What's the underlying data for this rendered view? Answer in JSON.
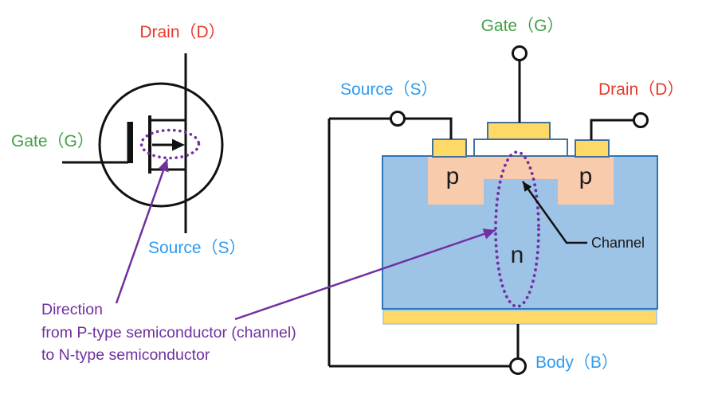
{
  "symbol": {
    "drain_label": "Drain（D）",
    "gate_label": "Gate（G）",
    "source_label": "Source（S）"
  },
  "cross_section": {
    "gate_label": "Gate（G）",
    "source_label": "Source（S）",
    "drain_label": "Drain（D）",
    "body_label": "Body（B）",
    "p_left_label": "p",
    "p_right_label": "p",
    "n_label": "n",
    "channel_label": "Channel"
  },
  "annotation": {
    "line1": "Direction",
    "line2": "from P-type semiconductor (channel)",
    "line3": "to N-type semiconductor"
  },
  "colors": {
    "drain_red": "#e8392b",
    "gate_green": "#43a047",
    "source_blue": "#2e9bf0",
    "annotation_purple": "#7030a0",
    "wire_black": "#111111",
    "body_fill": "#9dc3e6",
    "body_border": "#2e75b6",
    "p_region_fill": "#f8cbad",
    "metal_fill": "#ffd966",
    "metal_border": "#41719c",
    "oxide_fill": "#ffffff",
    "bottom_strip_border": "#9dc3e6"
  }
}
